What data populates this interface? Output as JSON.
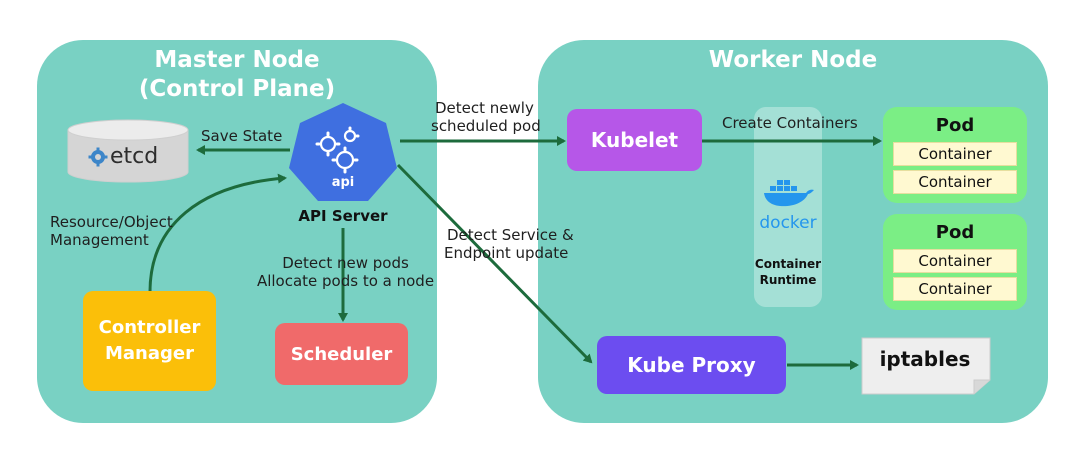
{
  "master": {
    "title_line1": "Master Node",
    "title_line2": "(Control Plane)"
  },
  "worker": {
    "title": "Worker Node"
  },
  "etcd": {
    "label": "etcd"
  },
  "api_server": {
    "icon_text": "api",
    "label": "API Server"
  },
  "controller_manager": {
    "line1": "Controller",
    "line2": "Manager"
  },
  "scheduler": {
    "label": "Scheduler"
  },
  "kubelet": {
    "label": "Kubelet"
  },
  "kube_proxy": {
    "label": "Kube Proxy"
  },
  "iptables": {
    "label": "iptables"
  },
  "runtime": {
    "docker_text": "docker",
    "line1": "Container",
    "line2": "Runtime"
  },
  "pods": [
    {
      "title": "Pod",
      "containers": [
        "Container",
        "Container"
      ]
    },
    {
      "title": "Pod",
      "containers": [
        "Container",
        "Container"
      ]
    }
  ],
  "labels": {
    "save_state": "Save State",
    "resource_mgmt_line1": "Resource/Object",
    "resource_mgmt_line2": "Management",
    "detect_new_pods_line1": "Detect new pods",
    "detect_new_pods_line2": "Allocate pods to a node",
    "detect_newly_line1": "Detect newly",
    "detect_newly_line2": "scheduled pod",
    "detect_service_line1": "Detect Service &",
    "detect_service_line2": "Endpoint update",
    "create_containers": "Create Containers"
  },
  "colors": {
    "panel": "#79d1c3",
    "arrow": "#1d6b3c",
    "api_blue": "#3f6fe0",
    "kubelet": "#b657e8",
    "kube_proxy": "#6c4df0",
    "controller": "#fbbf09",
    "scheduler": "#f06a6a",
    "pod": "#7bee85"
  }
}
